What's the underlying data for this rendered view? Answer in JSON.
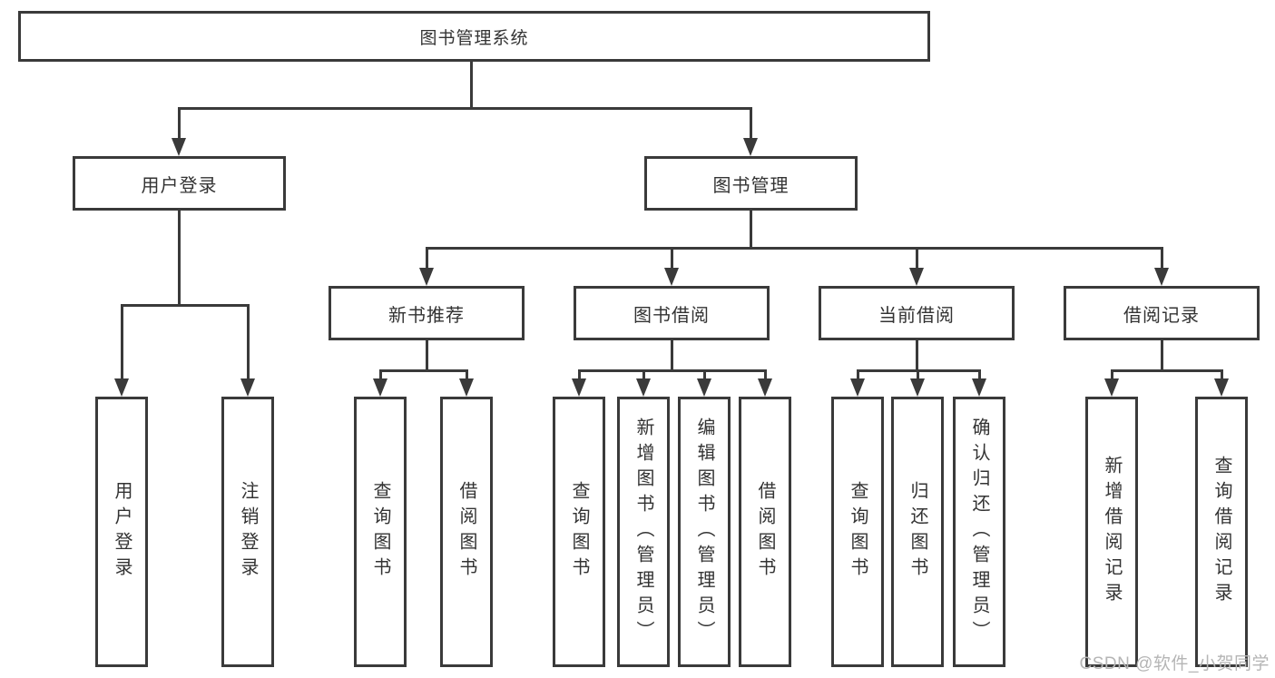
{
  "diagram": {
    "type": "hierarchy-tree",
    "nodes": {
      "root": "图书管理系统",
      "user_login": "用户登录",
      "book_mgmt": "图书管理",
      "new_book_rec": "新书推荐",
      "book_borrow": "图书借阅",
      "current_borrow": "当前借阅",
      "borrow_record": "借阅记录",
      "leaf_user_login": "用户登录",
      "leaf_logout": "注销登录",
      "leaf_rec_query": "查询图书",
      "leaf_rec_borrow": "借阅图书",
      "leaf_bb_query": "查询图书",
      "leaf_bb_add": "新增图书（管理员）",
      "leaf_bb_edit": "编辑图书（管理员）",
      "leaf_bb_borrow": "借阅图书",
      "leaf_cb_query": "查询图书",
      "leaf_cb_return": "归还图书",
      "leaf_cb_confirm": "确认归还（管理员）",
      "leaf_br_add": "新增借阅记录",
      "leaf_br_query": "查询借阅记录"
    },
    "hierarchy": {
      "图书管理系统": {
        "用户登录": [
          "用户登录",
          "注销登录"
        ],
        "图书管理": {
          "新书推荐": [
            "查询图书",
            "借阅图书"
          ],
          "图书借阅": [
            "查询图书",
            "新增图书（管理员）",
            "编辑图书（管理员）",
            "借阅图书"
          ],
          "当前借阅": [
            "查询图书",
            "归还图书",
            "确认归还（管理员）"
          ],
          "借阅记录": [
            "新增借阅记录",
            "查询借阅记录"
          ]
        }
      }
    },
    "colors": {
      "line": "#3a3a3a",
      "text": "#333333",
      "background": "#ffffff",
      "watermark_text_color": "#b5b5b5"
    }
  },
  "watermark": "CSDN @软件_小贺同学"
}
